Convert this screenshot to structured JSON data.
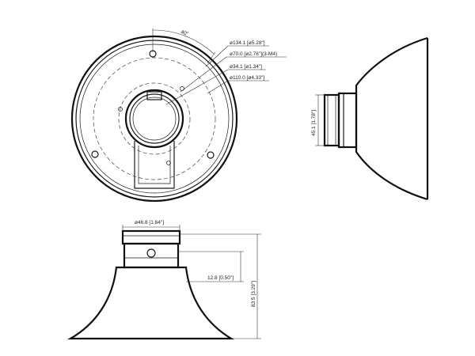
{
  "top_view": {
    "angle_label": "40°",
    "callouts": [
      "ø134.1 [ø5.28\"]",
      "ø70.0 [ø2.76\"](3-M4)",
      "ø34.1 [ø1.34\"]",
      "ø110.0 [ø4.33\"]"
    ]
  },
  "side_view": {
    "height_label": "45.1 [1.78\"]"
  },
  "front_view": {
    "top_diameter_label": "ø46.8 [1.84\"]",
    "step_label": "12.8 [0.50\"]",
    "total_height_label": "83.5 [3.29\"]"
  }
}
